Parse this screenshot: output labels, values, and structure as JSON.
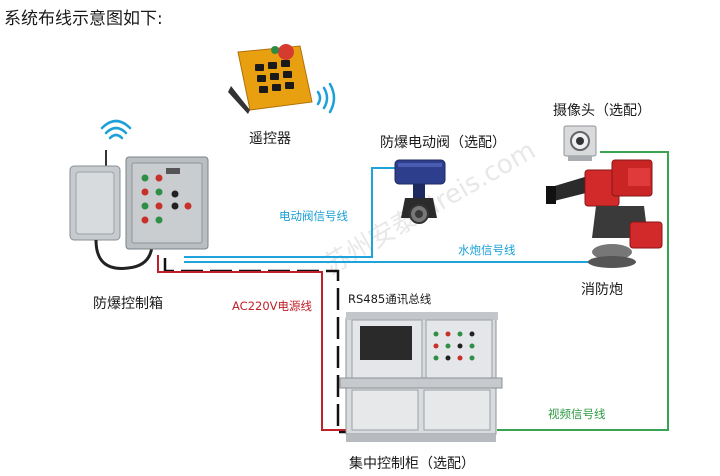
{
  "title": "系统布线示意图如下:",
  "labels": {
    "remote": "遥控器",
    "valve": "防爆电动阀（选配）",
    "camera": "摄像头（选配）",
    "box": "防爆控制箱",
    "cannon": "消防炮",
    "cabinet": "集中控制柜（选配）"
  },
  "wires": {
    "valve_signal": "电动阀信号线",
    "cannon_signal": "水炮信号线",
    "power": "AC220V电源线",
    "rs485": "RS485通讯总线",
    "video": "视频信号线"
  },
  "watermark": "苏州安泰 fireis.com",
  "colors": {
    "blue_wire": "#1fa3dc",
    "red_wire": "#c0202a",
    "green_wire": "#3aa352",
    "black_wire": "#111111"
  }
}
